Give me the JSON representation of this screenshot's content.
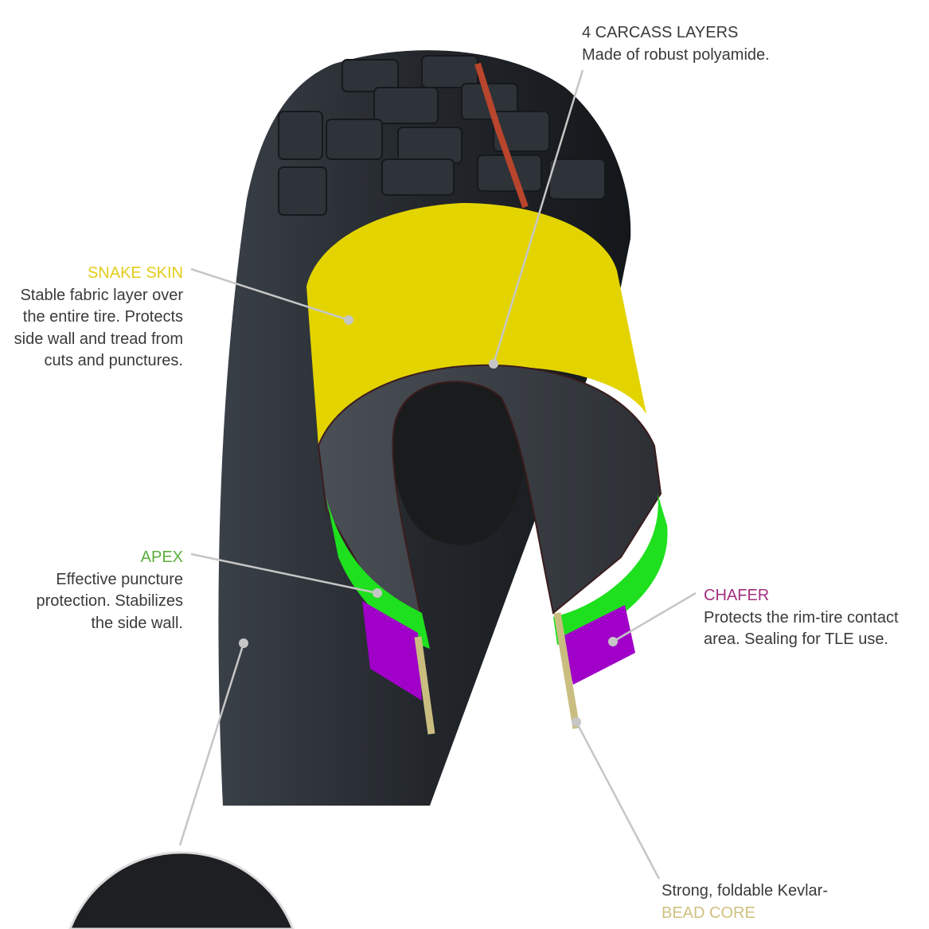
{
  "callouts": {
    "carcass": {
      "title": "4 CARCASS LAYERS",
      "text": "Made of robust polyamide.",
      "color": "#3a3a3a"
    },
    "snake_skin": {
      "title": "SNAKE SKIN",
      "lines": [
        "Stable fabric layer over",
        "the entire tire. Protects",
        "side wall and tread from",
        "cuts and punctures."
      ],
      "color": "#e3cc1c"
    },
    "apex": {
      "title": "APEX",
      "lines": [
        "Effective puncture",
        "protection. Stabilizes",
        "the side wall."
      ],
      "color": "#5aae3a"
    },
    "chafer": {
      "title": "CHAFER",
      "lines": [
        "Protects the rim-tire contact",
        "area. Sealing for TLE use."
      ],
      "color": "#a2307f"
    },
    "bead_core": {
      "text": "Strong, foldable Kevlar-",
      "title": "BEAD CORE",
      "color": "#cfc07f"
    }
  }
}
